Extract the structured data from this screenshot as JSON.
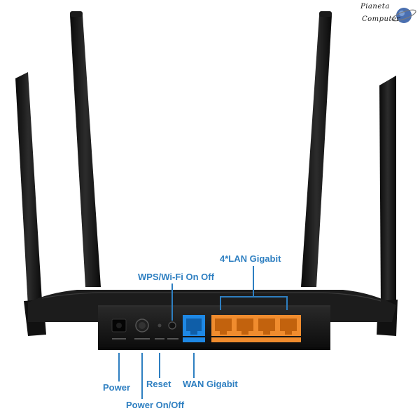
{
  "brand": {
    "logo_line1": "Pianeta",
    "logo_line2": "Computer"
  },
  "callouts": {
    "wps": "WPS/Wi-Fi On Off",
    "lan": "4*LAN Gigabit",
    "power": "Power",
    "power_onoff": "Power On/Off",
    "reset": "Reset",
    "wan": "WAN Gigabit"
  },
  "colors": {
    "callout_blue": "#2e7fc1",
    "router_body": "#141414",
    "wan_port": "#1e88e5",
    "lan_port": "#f08c2e"
  },
  "ports": {
    "lan_count": 4
  }
}
